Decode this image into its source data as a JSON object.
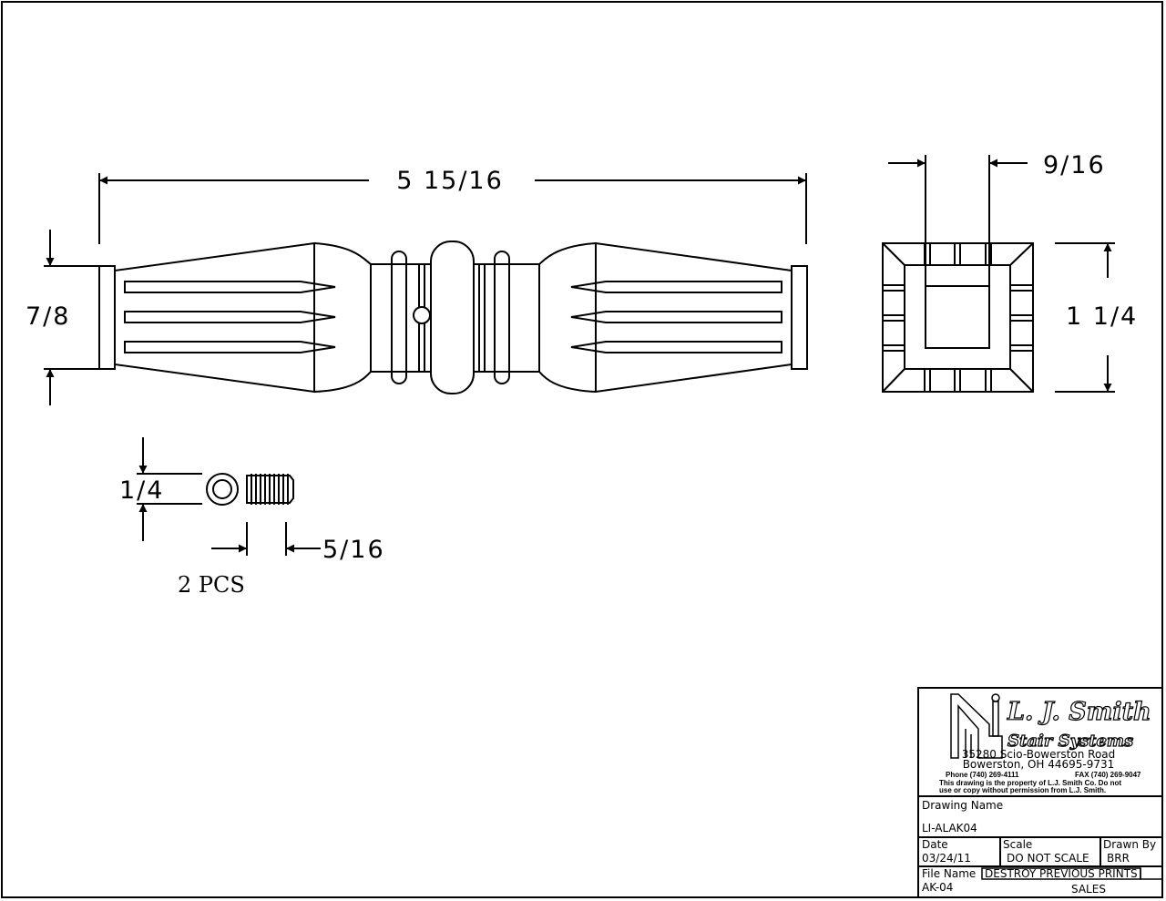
{
  "dimensions": {
    "overall_length": "5 15/16",
    "height": "7/8",
    "inner_width": "9/16",
    "block_width": "1 1/4",
    "screw_diameter": "1/4",
    "screw_length": "5/16"
  },
  "notes": {
    "quantity": "2 PCS"
  },
  "title_block": {
    "company_line1": "L. J. Smith",
    "company_line2": "Stair Systems",
    "address1": "35280 Scio-Bowerston Road",
    "address2": "Bowerston, OH 44695-9731",
    "phone": "Phone (740) 269-4111",
    "fax": "FAX (740) 269-9047",
    "notice1": "This drawing is the property of L.J. Smith Co. Do not",
    "notice2": "use or copy without permission from L.J. Smith.",
    "drawing_name_label": "Drawing Name",
    "drawing_name": "LI-ALAK04",
    "date_label": "Date",
    "date": "03/24/11",
    "scale_label": "Scale",
    "scale": "DO NOT SCALE",
    "drawn_by_label": "Drawn By",
    "drawn_by": "BRR",
    "file_name_label": "File Name",
    "file_name": "AK-04",
    "warning": "DESTROY PREVIOUS PRINTS",
    "sales": "SALES"
  }
}
